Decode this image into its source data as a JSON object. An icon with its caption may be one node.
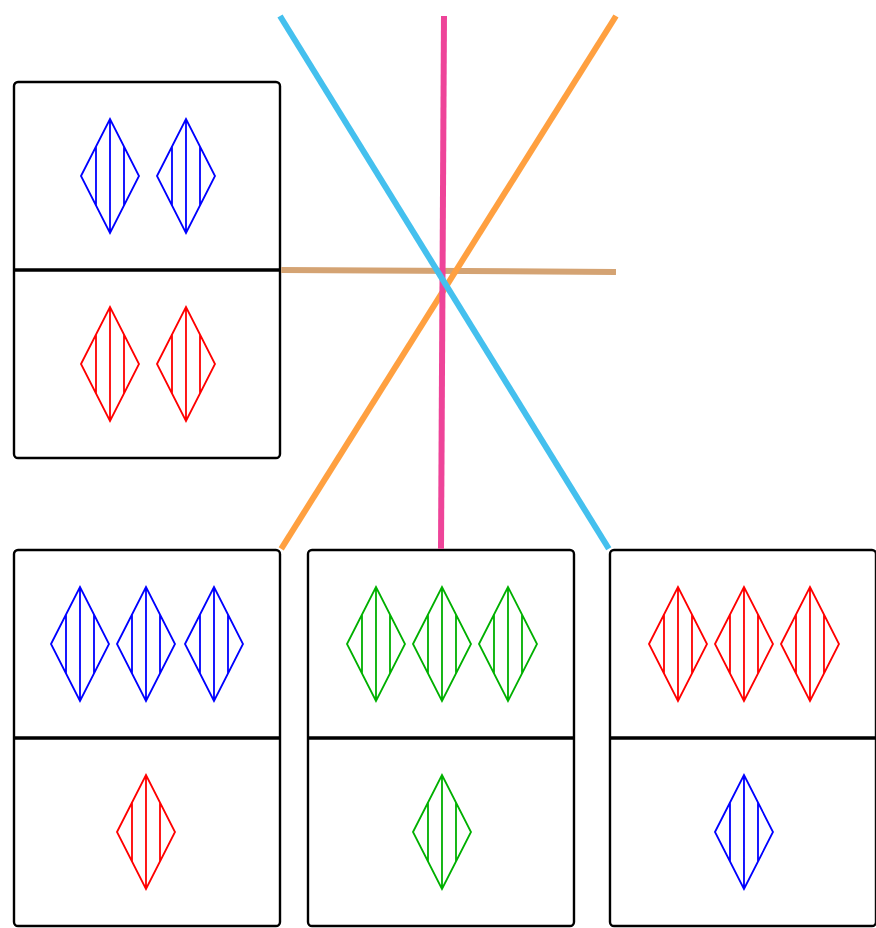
{
  "diagram": {
    "nodes": [
      {
        "text": [],
        "shape": "box"
      },
      {
        "text": [],
        "shape": "box"
      },
      {
        "text": [],
        "shape": "box"
      },
      {
        "text": [],
        "shape": "box"
      }
    ],
    "edges": [
      {
        "from": 0,
        "to": null,
        "arrow": "none",
        "color": "#d4a373"
      },
      {
        "from": null,
        "to": 1,
        "arrow": "none",
        "color": "#ffa040"
      },
      {
        "from": null,
        "to": 2,
        "arrow": "none",
        "color": "#ee4499"
      },
      {
        "from": null,
        "to": 3,
        "arrow": "none",
        "color": "#44c0ee"
      }
    ]
  }
}
